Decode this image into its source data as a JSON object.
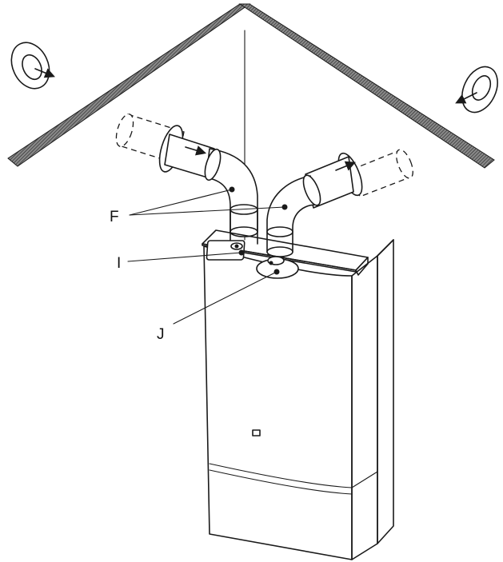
{
  "labels": {
    "f": "F",
    "i": "I",
    "j": "J"
  },
  "colors": {
    "line": "#1a1a1a",
    "ceiling_hatch": "#555555",
    "background": "#ffffff"
  },
  "icons": [
    "wall-terminal-left-icon",
    "wall-terminal-right-icon",
    "flow-arrow-icon",
    "indicator-light-icon"
  ]
}
